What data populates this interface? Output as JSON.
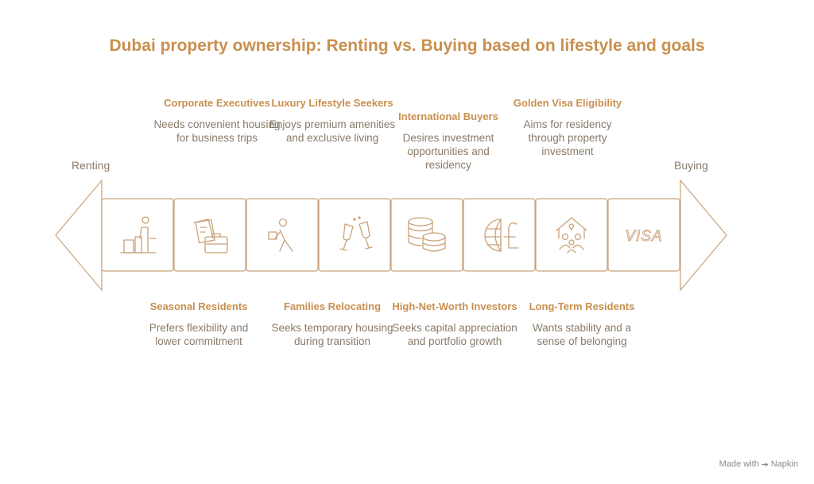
{
  "title": "Dubai property ownership: Renting vs. Buying based on lifestyle and goals",
  "left_label": "Renting",
  "right_label": "Buying",
  "top_items": [
    {
      "title": "Corporate Executives",
      "desc": "Needs convenient housing for business trips"
    },
    {
      "title": "Luxury Lifestyle Seekers",
      "desc": "Enjoys premium amenities and exclusive living"
    },
    {
      "title": "International Buyers",
      "desc": "Desires investment opportunities and residency"
    },
    {
      "title": "Golden Visa Eligibility",
      "desc": "Aims for residency through property investment"
    }
  ],
  "bottom_items": [
    {
      "title": "Seasonal Residents",
      "desc": "Prefers flexibility and lower commitment"
    },
    {
      "title": "Families Relocating",
      "desc": "Seeks temporary housing during transition"
    },
    {
      "title": "High-Net-Worth Investors",
      "desc": "Seeks capital appreciation and portfolio growth"
    },
    {
      "title": "Long-Term Residents",
      "desc": "Wants stability and a sense of belonging"
    }
  ],
  "icons": [
    "person-luggage-icon",
    "briefcase-documents-icon",
    "person-moving-box-icon",
    "champagne-glasses-icon",
    "coin-stack-icon",
    "globe-pound-icon",
    "house-family-icon",
    "visa-icon"
  ],
  "visa_text": "VISA",
  "footer": {
    "made_with": "Made with",
    "brand": "Napkin"
  },
  "colors": {
    "accent": "#c8904f",
    "stroke": "#c9a27a",
    "text": "#8a7a6a"
  }
}
